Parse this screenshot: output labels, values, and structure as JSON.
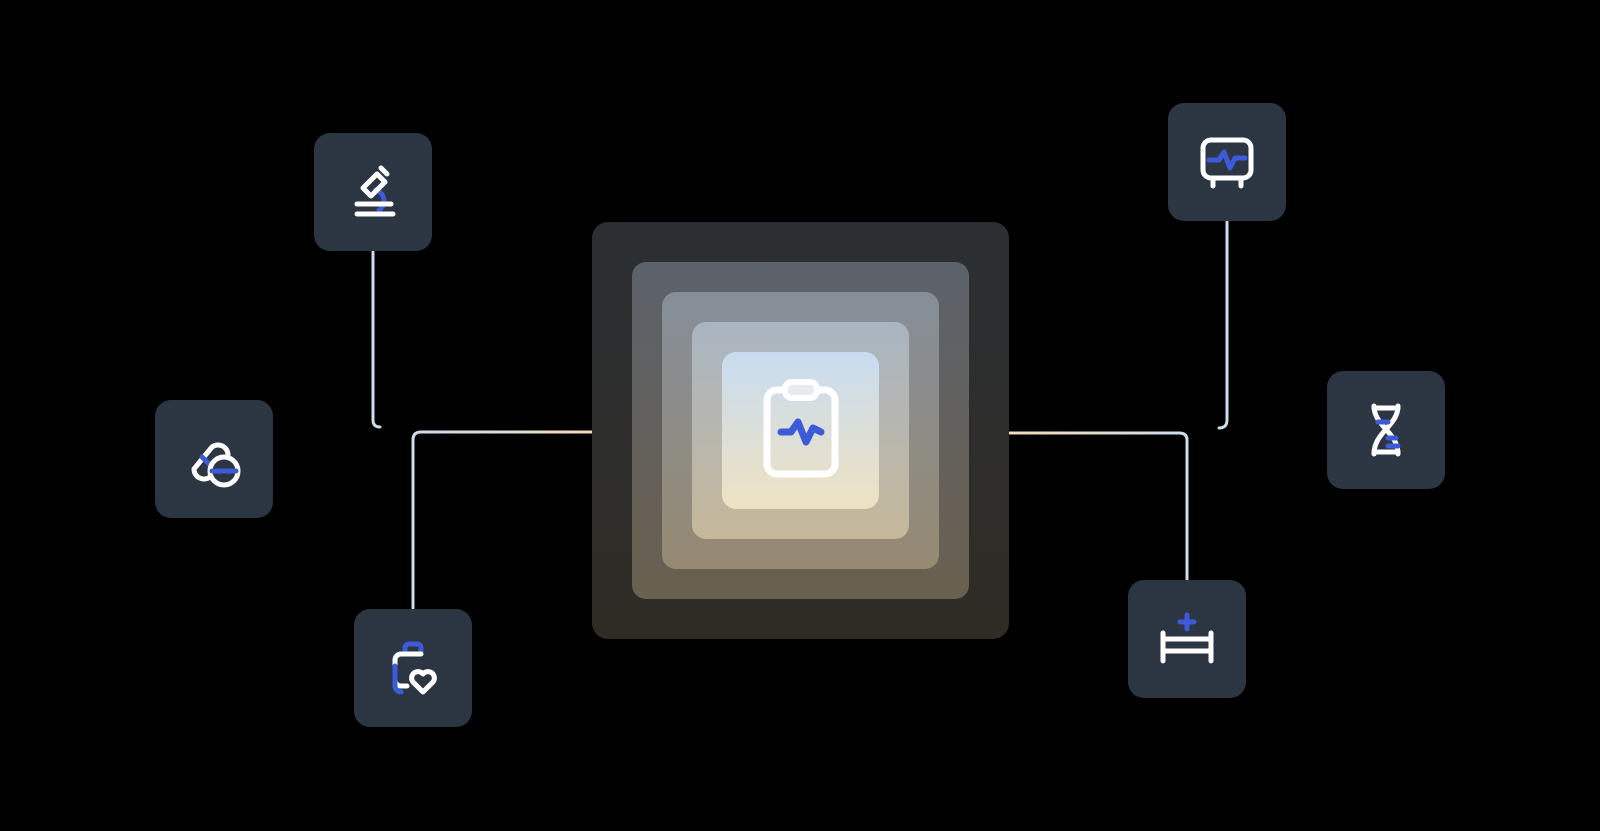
{
  "diagram": {
    "hub": {
      "icon": "clipboard-pulse-icon"
    },
    "nodes": [
      {
        "id": "microscope",
        "icon": "microscope-icon"
      },
      {
        "id": "pills",
        "icon": "pills-icon"
      },
      {
        "id": "medical-bag",
        "icon": "medical-bag-heart-icon"
      },
      {
        "id": "heart-monitor",
        "icon": "heart-monitor-icon"
      },
      {
        "id": "dna",
        "icon": "dna-icon"
      },
      {
        "id": "hospital-bed",
        "icon": "hospital-bed-icon"
      }
    ],
    "colors": {
      "background": "#000000",
      "node_fill": "#2c3542",
      "icon_stroke": "#ffffff",
      "icon_accent": "#3d5bd9",
      "connector": "#cfdcec",
      "connector_warm": "#f0dcb8"
    }
  }
}
